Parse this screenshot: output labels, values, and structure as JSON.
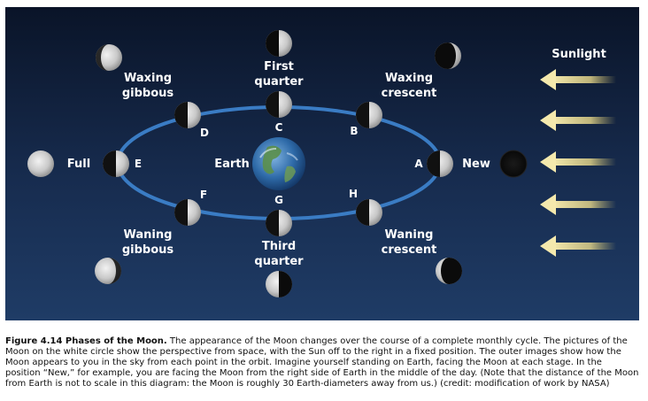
{
  "diagram": {
    "sunlight_label": "Sunlight",
    "earth_label": "Earth",
    "orbit_letters": {
      "a": "A",
      "b": "B",
      "c": "C",
      "d": "D",
      "e": "E",
      "f": "F",
      "g": "G",
      "h": "H"
    },
    "phases": {
      "new": "New",
      "waxing_crescent": [
        "Waxing",
        "crescent"
      ],
      "first_quarter": [
        "First",
        "quarter"
      ],
      "waxing_gibbous": [
        "Waxing",
        "gibbous"
      ],
      "full": "Full",
      "waning_gibbous": [
        "Waning",
        "gibbous"
      ],
      "third_quarter": [
        "Third",
        "quarter"
      ],
      "waning_crescent": [
        "Waning",
        "crescent"
      ]
    },
    "colors": {
      "background": "#15294a",
      "orbit": "#3a7cc4",
      "arrow": "#f2e6a6",
      "label": "#ffffff"
    }
  },
  "caption": {
    "title": "Figure 4.14 Phases of the Moon.",
    "text": "The appearance of the Moon changes over the course of a complete monthly cycle. The pictures of the Moon on the white circle show the perspective from space, with the Sun off to the right in a fixed position. The outer images show how the Moon appears to you in the sky from each point in the orbit. Imagine yourself standing on Earth, facing the Moon at each stage. In the position “New,” for example, you are facing the Moon from the right side of Earth in the middle of the day. (Note that the distance of the Moon from Earth is not to scale in this diagram: the Moon is roughly 30 Earth-diameters away from us.) (credit: modification of work by NASA)"
  }
}
